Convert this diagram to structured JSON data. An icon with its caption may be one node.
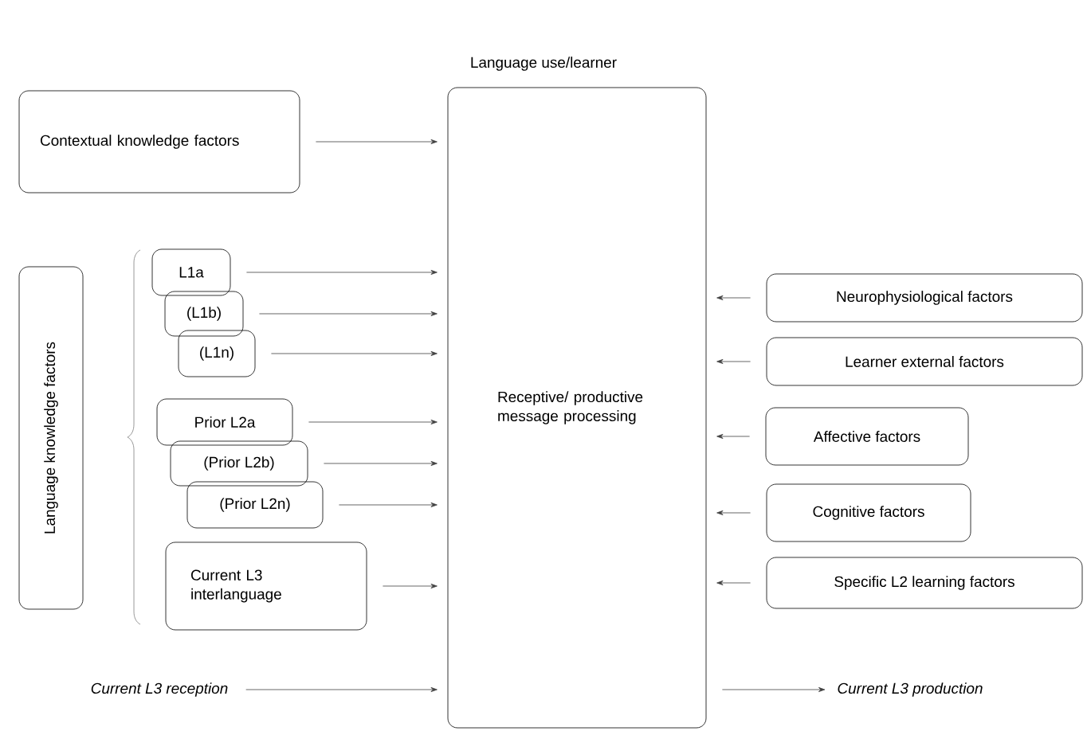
{
  "diagram": {
    "title": "Language use/learner",
    "nodes": [
      {
        "text": [
          "Contextual knowledge factors"
        ]
      },
      {
        "text": [
          "Language knowledge factors"
        ]
      },
      {
        "text": [
          "L1a"
        ]
      },
      {
        "text": [
          "(L1b)"
        ]
      },
      {
        "text": [
          "(L1n)"
        ]
      },
      {
        "text": [
          "Prior L2a"
        ]
      },
      {
        "text": [
          "(Prior L2b)"
        ]
      },
      {
        "text": [
          "(Prior L2n)"
        ]
      },
      {
        "text": [
          "Current L3 interlanguage"
        ]
      },
      {
        "text": [
          "Receptive/ productive message processing"
        ]
      },
      {
        "text": [
          "Neurophysiological factors"
        ]
      },
      {
        "text": [
          "Learner external factors"
        ]
      },
      {
        "text": [
          "Affective factors"
        ]
      },
      {
        "text": [
          "Cognitive factors"
        ]
      },
      {
        "text": [
          "Specific L2 learning factors"
        ]
      },
      {
        "text": [
          "Current L3 reception"
        ]
      },
      {
        "text": [
          "Current L3 production"
        ]
      }
    ],
    "edges": [
      {
        "from": 0,
        "to": 9,
        "arrow": "to"
      },
      {
        "from": 2,
        "to": 9,
        "arrow": "to"
      },
      {
        "from": 3,
        "to": 9,
        "arrow": "to"
      },
      {
        "from": 4,
        "to": 9,
        "arrow": "to"
      },
      {
        "from": 5,
        "to": 9,
        "arrow": "to"
      },
      {
        "from": 6,
        "to": 9,
        "arrow": "to"
      },
      {
        "from": 7,
        "to": 9,
        "arrow": "to"
      },
      {
        "from": 8,
        "to": 9,
        "arrow": "to"
      },
      {
        "from": 10,
        "to": 9,
        "arrow": "to"
      },
      {
        "from": 11,
        "to": 9,
        "arrow": "to"
      },
      {
        "from": 12,
        "to": 9,
        "arrow": "to"
      },
      {
        "from": 13,
        "to": 9,
        "arrow": "to"
      },
      {
        "from": 14,
        "to": 9,
        "arrow": "to"
      },
      {
        "from": 15,
        "to": 9,
        "arrow": "to"
      },
      {
        "from": 9,
        "to": 16,
        "arrow": "to"
      }
    ]
  }
}
